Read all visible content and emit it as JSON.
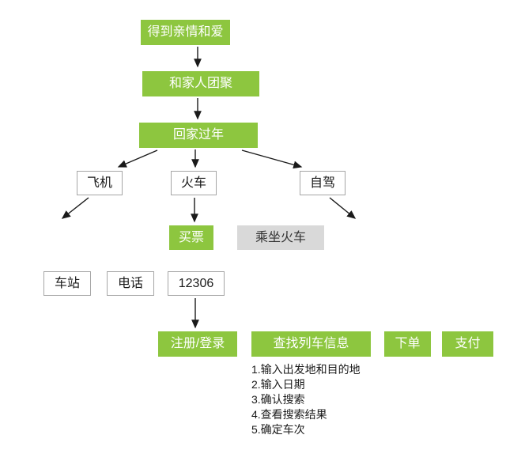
{
  "colors": {
    "accent": "#8DC63F",
    "gray_box": "#D9D9D9",
    "box_border": "#A6A6A6",
    "arrow": "#1a1a1a"
  },
  "nodes": {
    "love": "得到亲情和爱",
    "reunion": "和家人团聚",
    "go_home": "回家过年",
    "plane": "飞机",
    "train": "火车",
    "drive": "自驾",
    "buy_ticket": "买票",
    "take_train": "乘坐火车",
    "station": "车站",
    "phone": "电话",
    "site_12306": "12306",
    "register_login": "注册/登录",
    "search_train_info": "查找列车信息",
    "place_order": "下单",
    "pay": "支付"
  },
  "steps": [
    "1.输入出发地和目的地",
    "2.输入日期",
    "3.确认搜索",
    "4.查看搜索结果",
    "5.确定车次"
  ]
}
